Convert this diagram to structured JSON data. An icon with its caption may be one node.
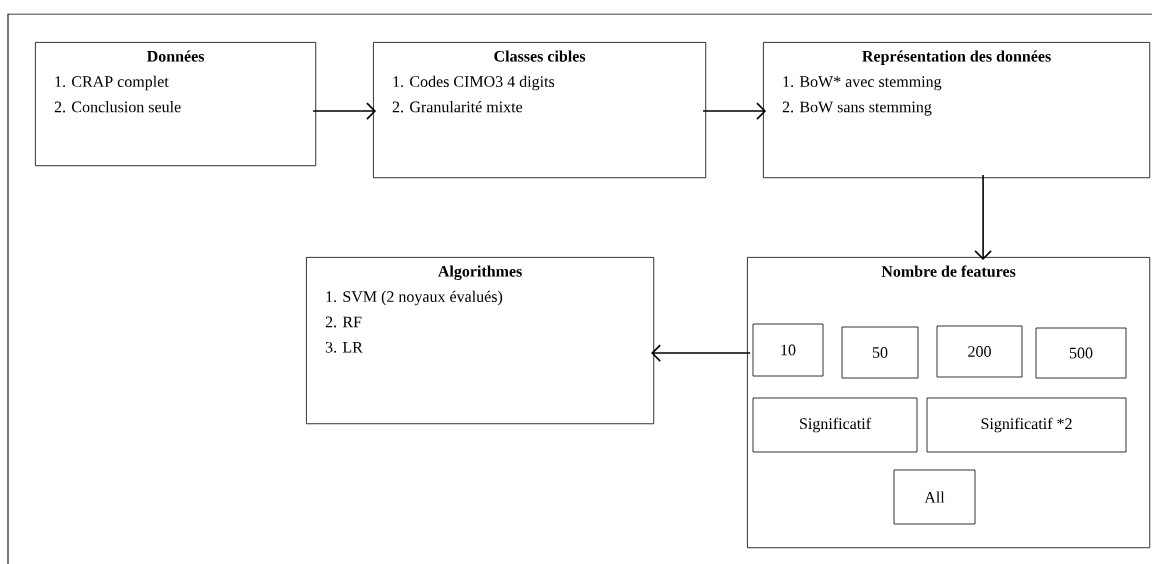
{
  "diagram": {
    "nodes": [
      {
        "text": [
          "Données",
          "1. CRAP complet",
          "2. Conclusion seule"
        ]
      },
      {
        "text": [
          "Classes cibles",
          "1. Codes CIMO3 4 digits",
          "2. Granularité mixte"
        ]
      },
      {
        "text": [
          "Représentation des données",
          "1. BoW* avec stemming",
          "2. BoW sans stemming"
        ]
      },
      {
        "text": [
          "Algorithmes",
          "1. SVM (2 noyaux évalués)",
          "2. RF",
          "3. LR"
        ]
      },
      {
        "text": [
          "Nombre de features"
        ]
      },
      {
        "text": [
          "10"
        ],
        "in": 4
      },
      {
        "text": [
          "50"
        ],
        "in": 4
      },
      {
        "text": [
          "200"
        ],
        "in": 4
      },
      {
        "text": [
          "500"
        ],
        "in": 4
      },
      {
        "text": [
          "Significatif"
        ],
        "in": 4
      },
      {
        "text": [
          "Significatif *2"
        ],
        "in": 4
      },
      {
        "text": [
          "All"
        ],
        "in": 4
      }
    ],
    "edges": [
      {
        "from": 0,
        "to": 1,
        "arrow": "to"
      },
      {
        "from": 1,
        "to": 2,
        "arrow": "to"
      },
      {
        "from": 2,
        "to": 4,
        "arrow": "to"
      },
      {
        "from": 4,
        "to": 3,
        "arrow": "to"
      }
    ]
  }
}
